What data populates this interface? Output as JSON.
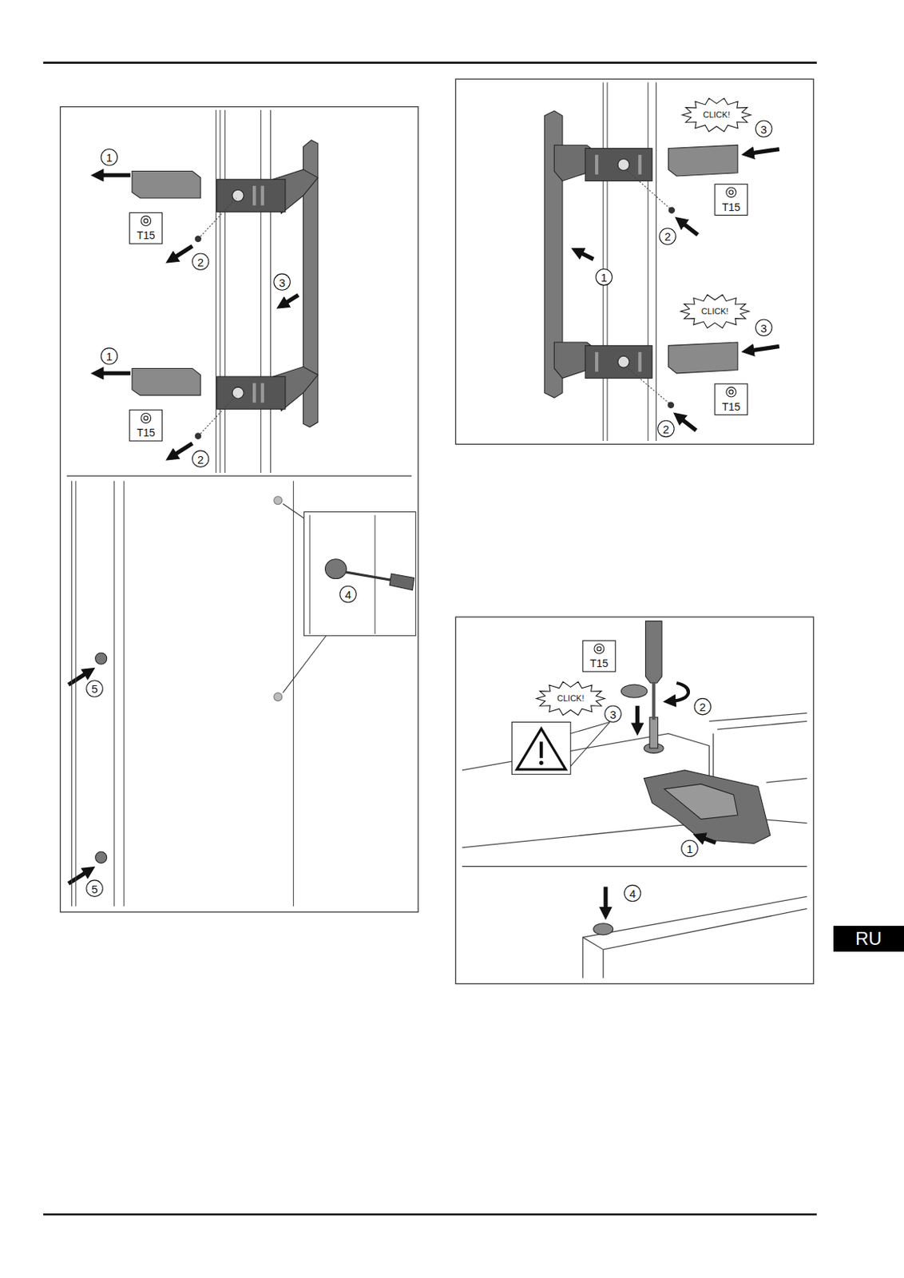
{
  "diagram": {
    "nodes": [
      {
        "text": [
          "RU"
        ]
      }
    ],
    "labels": [
      "1",
      "T15",
      "2",
      "3",
      "1",
      "T15",
      "2",
      "4",
      "5",
      "5",
      "CLICK!",
      "3",
      "T15",
      "2",
      "1",
      "CLICK!",
      "3",
      "T15",
      "2",
      "T15",
      "CLICK!",
      "2",
      "3",
      "1",
      "4"
    ]
  }
}
